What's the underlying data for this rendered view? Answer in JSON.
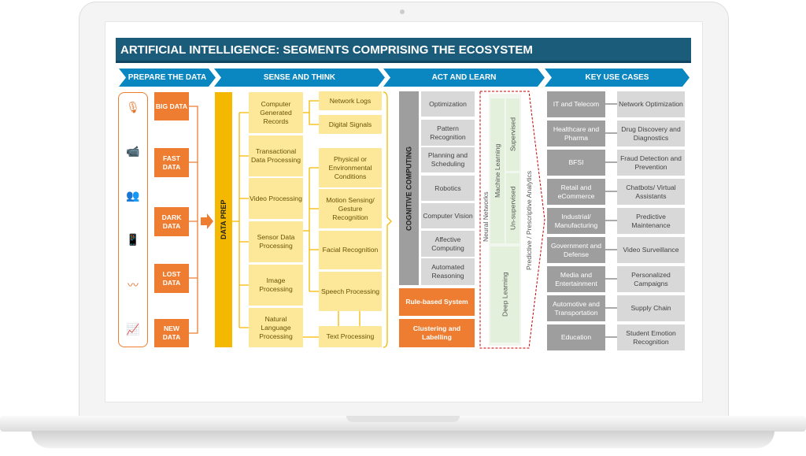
{
  "title": "ARTIFICIAL INTELLIGENCE: SEGMENTS COMPRISING THE ECOSYSTEM",
  "stages": [
    "PREPARE THE DATA",
    "SENSE AND THINK",
    "ACT AND LEARN",
    "KEY USE CASES"
  ],
  "data_types": [
    "BIG DATA",
    "FAST DATA",
    "DARK DATA",
    "LOST DATA",
    "NEW DATA"
  ],
  "data_icons": [
    "microphone-icon",
    "cctv-camera-icon",
    "people-group-icon",
    "mobile-touch-icon",
    "sound-wave-icon",
    "growth-chart-icon"
  ],
  "data_prep": "DATA PREP",
  "sense_primary": [
    "Computer Generated Records",
    "Transactional Data Processing",
    "Video Processing",
    "Sensor Data Processing",
    "Image Processing",
    "Natural Language Processing"
  ],
  "sense_secondary": [
    "Network Logs",
    "Digital Signals",
    "Physical or Environmental Conditions",
    "Motion Sensing/ Gesture Recognition",
    "Facial Recognition",
    "Speech Processing",
    "Text Processing"
  ],
  "cognitive_computing": "COGNITIVE COMPUTING",
  "cognitive_items": [
    "Optimization",
    "Pattern Recognition",
    "Planning and Scheduling",
    "Robotics",
    "Computer Vision",
    "Affective Computing",
    "Automated Reasoning"
  ],
  "rule_based": "Rule-based System",
  "clustering": "Clustering and Labelling",
  "learning": {
    "neural": "Neural Networks",
    "ml": "Machine Learning",
    "supervised": "Supervised",
    "unsupervised": "Un-supervised",
    "deep": "Deep Learning",
    "analytics": "Predictive / Prescriptive Analytics"
  },
  "use_cases": [
    {
      "industry": "IT and Telecom",
      "use": "Network Optimization"
    },
    {
      "industry": "Healthcare and Pharma",
      "use": "Drug Discovery and Diagnostics"
    },
    {
      "industry": "BFSI",
      "use": "Fraud Detection and Prevention"
    },
    {
      "industry": "Retail and eCommerce",
      "use": "Chatbots/ Virtual Assistants"
    },
    {
      "industry": "Industrial/ Manufacturing",
      "use": "Predictive Maintenance"
    },
    {
      "industry": "Government and Defense",
      "use": "Video Surveillance"
    },
    {
      "industry": "Media and Entertainment",
      "use": "Personalized Campaigns"
    },
    {
      "industry": "Automotive and Transportation",
      "use": "Supply Chain"
    },
    {
      "industry": "Education",
      "use": "Student Emotion Recognition"
    }
  ],
  "colors": {
    "title": "#1b5c7b",
    "chevron": "#0a86c1",
    "orange": "#ee7d31",
    "yellow": "#fde89a",
    "prep": "#f5b800",
    "gray_dark": "#9e9e9e",
    "gray_light": "#d8d8d8",
    "green": "#e3f1dc"
  }
}
